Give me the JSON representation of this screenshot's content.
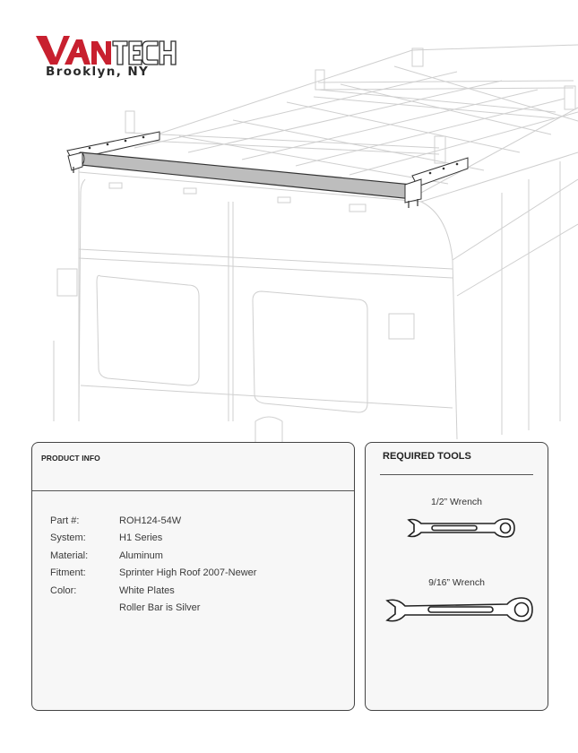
{
  "brand": {
    "logo_text": "VANTECH",
    "location": "Brooklyn, NY",
    "colors": {
      "red": "#c8202f",
      "dark": "#2a2a2a"
    }
  },
  "illustration": {
    "subject": "van-with-roof-rack",
    "highlight_color": "#bdbdbd"
  },
  "product_info": {
    "title": "PRODUCT INFO",
    "rows": [
      {
        "label": "Part #:",
        "value": "ROH124-54W"
      },
      {
        "label": "System:",
        "value": "H1 Series"
      },
      {
        "label": "Material:",
        "value": "Aluminum"
      },
      {
        "label": "Fitment:",
        "value": "Sprinter High Roof 2007-Newer"
      },
      {
        "label": "Color:",
        "value": "White Plates"
      },
      {
        "label": "",
        "value": "Roller Bar is Silver"
      }
    ]
  },
  "required_tools": {
    "title": "REQUIRED TOOLS",
    "tools": [
      {
        "label": "1/2” Wrench",
        "icon": "wrench-icon"
      },
      {
        "label": "9/16” Wrench",
        "icon": "wrench-icon"
      }
    ]
  }
}
